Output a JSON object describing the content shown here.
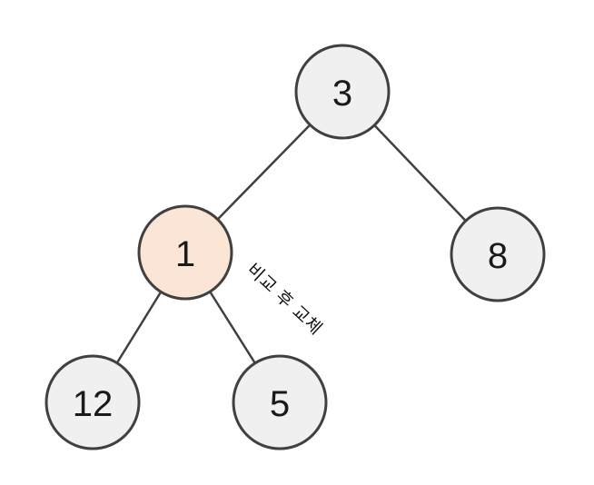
{
  "diagram": {
    "type": "binary-tree",
    "nodes": [
      {
        "id": "root",
        "label": "3",
        "highlighted": false
      },
      {
        "id": "left",
        "label": "1",
        "highlighted": true
      },
      {
        "id": "right",
        "label": "8",
        "highlighted": false
      },
      {
        "id": "left-left",
        "label": "12",
        "highlighted": false
      },
      {
        "id": "left-right",
        "label": "5",
        "highlighted": false
      }
    ],
    "edges": [
      {
        "from": "root",
        "to": "left"
      },
      {
        "from": "root",
        "to": "right"
      },
      {
        "from": "left",
        "to": "left-left"
      },
      {
        "from": "left",
        "to": "left-right"
      }
    ],
    "annotation": {
      "text": "비교 후 교체"
    },
    "colors": {
      "background": "#ffffff",
      "node_fill": "#f0f0f0",
      "node_highlight_fill": "#fbe5d6",
      "node_stroke": "#404040",
      "edge_stroke": "#404040",
      "text": "#1a1a1a"
    }
  }
}
